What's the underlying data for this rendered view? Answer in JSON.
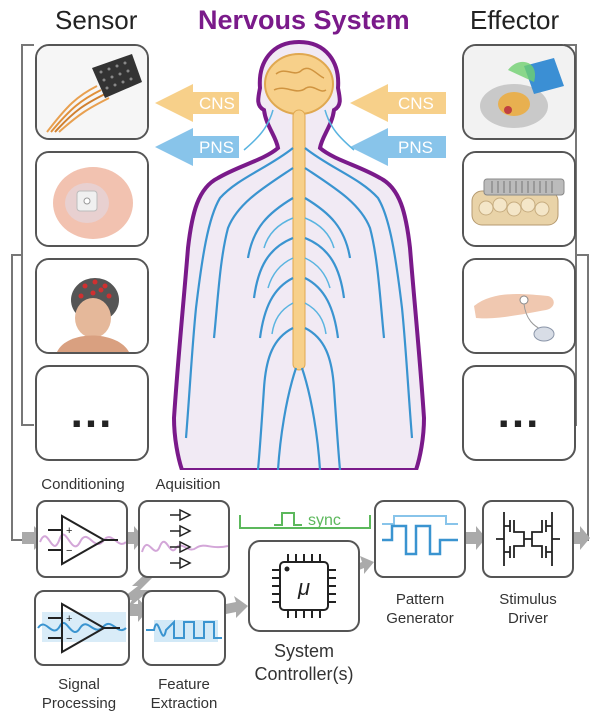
{
  "headers": {
    "sensor": "Sensor",
    "title": "Nervous System",
    "effector": "Effector"
  },
  "arrows": {
    "cns": "CNS",
    "pns": "PNS"
  },
  "cards": {
    "more": "..."
  },
  "pipeline": {
    "conditioning": "Conditioning",
    "acquisition": "Aquisition",
    "signal_processing_1": "Signal",
    "signal_processing_2": "Processing",
    "feature_extraction_1": "Feature",
    "feature_extraction_2": "Extraction",
    "sync": "sync",
    "controller_symbol": "μ",
    "controller_1": "System",
    "controller_2": "Controller(s)",
    "pattern_1": "Pattern",
    "pattern_2": "Generator",
    "driver_1": "Stimulus",
    "driver_2": "Driver"
  },
  "colors": {
    "title": "#7a1a8a",
    "cns": "#f7d08a",
    "pns": "#88c4ea",
    "nerve": "#3a94d0",
    "sync": "#5cb85c"
  }
}
